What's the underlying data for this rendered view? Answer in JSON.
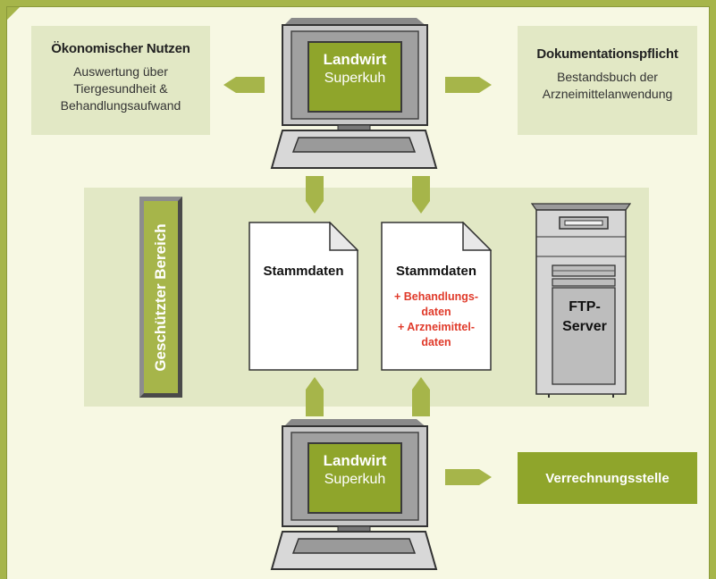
{
  "left_box": {
    "title": "Ökonomischer Nutzen",
    "lines": [
      "Auswertung über",
      "Tiergesundheit &",
      "Behandlungsaufwand"
    ]
  },
  "right_box": {
    "title": "Dokumentationspflicht",
    "lines": [
      "Bestandsbuch der",
      "Arzneimittelanwendung"
    ]
  },
  "top_computer": {
    "line1": "Landwirt",
    "line2": "Superkuh"
  },
  "bottom_computer": {
    "line1": "Landwirt",
    "line2": "Superkuh"
  },
  "protected_area": {
    "label": "Geschützter Bereich"
  },
  "doc_left": {
    "title": "Stammdaten"
  },
  "doc_right": {
    "title": "Stammdaten",
    "extra_lines": [
      "+ Behandlungs-",
      "daten",
      "+ Arzneimittel-",
      "daten"
    ]
  },
  "server": {
    "lines": [
      "FTP-",
      "Server"
    ]
  },
  "accounting": {
    "label": "Verrechnungsstelle"
  },
  "colors": {
    "accent_green": "#8fa52b",
    "light_green": "#e2e8c5",
    "background": "#f7f8e3",
    "highlight_red": "#e03a2a"
  }
}
